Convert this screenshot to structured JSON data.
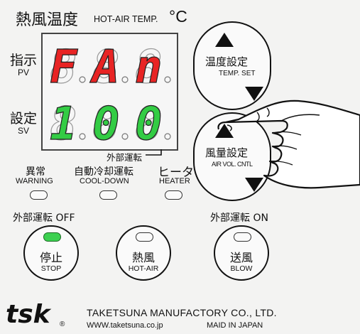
{
  "header": {
    "title_jp": "熱風温度",
    "title_en": "HOT-AIR TEMP.",
    "unit": "°C"
  },
  "pv": {
    "label_jp": "指示",
    "label_en": "PV",
    "digits": [
      "F",
      "A",
      "n"
    ],
    "color": "#e82424"
  },
  "sv": {
    "label_jp": "設定",
    "label_en": "SV",
    "digits": [
      "1",
      "0",
      "0"
    ],
    "color": "#33cc44"
  },
  "external_run_marker": "外部運転",
  "indicators": [
    {
      "label_jp": "異常",
      "label_en": "WARNING",
      "on": false
    },
    {
      "label_jp": "自動冷却運転",
      "label_en": "COOL-DOWN",
      "on": false
    },
    {
      "label_jp": "ヒータ",
      "label_en": "HEATER",
      "on": false
    }
  ],
  "ext_off_label": "外部運転 OFF",
  "ext_on_label": "外部運転 ON",
  "temp_set": {
    "label_jp": "温度設定",
    "label_en": "TEMP. SET"
  },
  "air_vol": {
    "label_jp": "風量設定",
    "label_en": "AIR VOL. CNTL"
  },
  "buttons": {
    "stop": {
      "label_jp": "停止",
      "label_en": "STOP",
      "led_on": true
    },
    "hot_air": {
      "label_jp": "熱風",
      "label_en": "HOT-AIR",
      "led_on": false
    },
    "blow": {
      "label_jp": "送風",
      "label_en": "BLOW",
      "led_on": false
    }
  },
  "footer": {
    "logo_text": "tsk",
    "registered": "®",
    "company": "TAKETSUNA MANUFACTORY CO., LTD.",
    "url": "WWW.taketsuna.co.jp",
    "origin": "MAID IN JAPAN"
  },
  "colors": {
    "led_on": "#3cd050",
    "led_off": "#fafafa",
    "panel": "#f3f3f2"
  },
  "icons": {
    "up": "triangle-up-icon",
    "down": "triangle-down-icon",
    "hand": "pointing-hand-icon"
  }
}
